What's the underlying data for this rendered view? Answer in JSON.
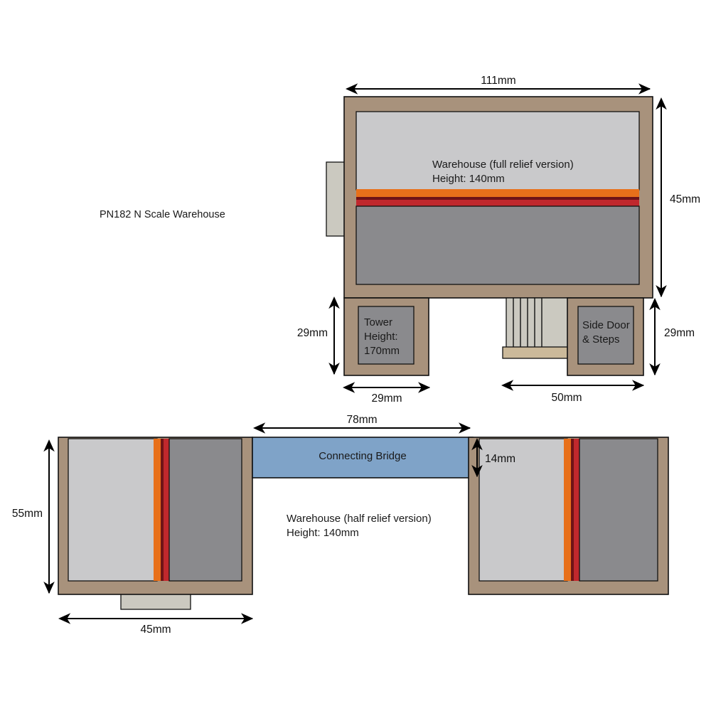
{
  "page": {
    "background": "#ffffff",
    "product_title": "PN182 N Scale Warehouse"
  },
  "palette": {
    "frame_tan": "#A8927C",
    "wall_light": "#C9C9CB",
    "wall_mid": "#BFBFBF",
    "wall_dark": "#8A8A8D",
    "stripe_orange": "#E8701A",
    "stripe_darkred": "#6E1417",
    "stripe_red": "#C0282D",
    "bridge_blue": "#7FA3C8",
    "door_panel": "#CBCBC3",
    "step_base": "#CBB99A",
    "outline": "#111111"
  },
  "full_relief": {
    "main_label_line1": "Warehouse (full relief version)",
    "main_label_line2": "Height: 140mm",
    "tower_label_line1": "Tower",
    "tower_label_line2": "Height:",
    "tower_label_line3": "170mm",
    "side_door_line1": "Side Door",
    "side_door_line2": "& Steps",
    "dimensions": {
      "top_width": "111mm",
      "right_height": "45mm",
      "right_lower_height": "29mm",
      "left_lower_height": "29mm",
      "tower_width": "29mm",
      "side_door_width": "50mm"
    }
  },
  "half_relief": {
    "bridge_label": "Connecting Bridge",
    "main_label_line1": "Warehouse (half relief version)",
    "main_label_line2": "Height: 140mm",
    "dimensions": {
      "left_height": "55mm",
      "bridge_width": "78mm",
      "bridge_height": "14mm",
      "left_block_width": "45mm"
    }
  }
}
